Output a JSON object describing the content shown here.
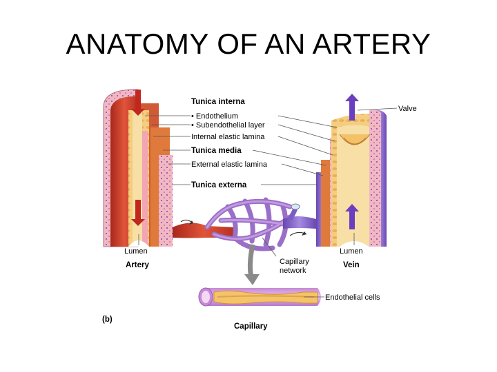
{
  "slide": {
    "title": "ANATOMY OF AN ARTERY"
  },
  "labels": {
    "tunica_interna": "Tunica interna",
    "endothelium": "• Endothelium",
    "subendothelial_layer": "• Subendothelial layer",
    "internal_elastic_lamina": "Internal elastic lamina",
    "tunica_media": "Tunica media",
    "external_elastic_lamina": "External elastic lamina",
    "tunica_externa": "Tunica externa",
    "valve": "Valve",
    "lumen_artery": "Lumen",
    "artery": "Artery",
    "lumen_vein": "Lumen",
    "vein": "Vein",
    "capillary_network_1": "Capillary",
    "capillary_network_2": "network",
    "endothelial_cells": "Endothelial cells",
    "panel": "(b)",
    "capillary": "Capillary"
  },
  "colors": {
    "artery_red": "#c0392b",
    "adventitia_pink": "#e8a0b0",
    "media_orange": "#d9822b",
    "intima_yellow": "#f2c46b",
    "vein_purple": "#7b5cc4",
    "capillary_violet": "#9a6fc8"
  }
}
